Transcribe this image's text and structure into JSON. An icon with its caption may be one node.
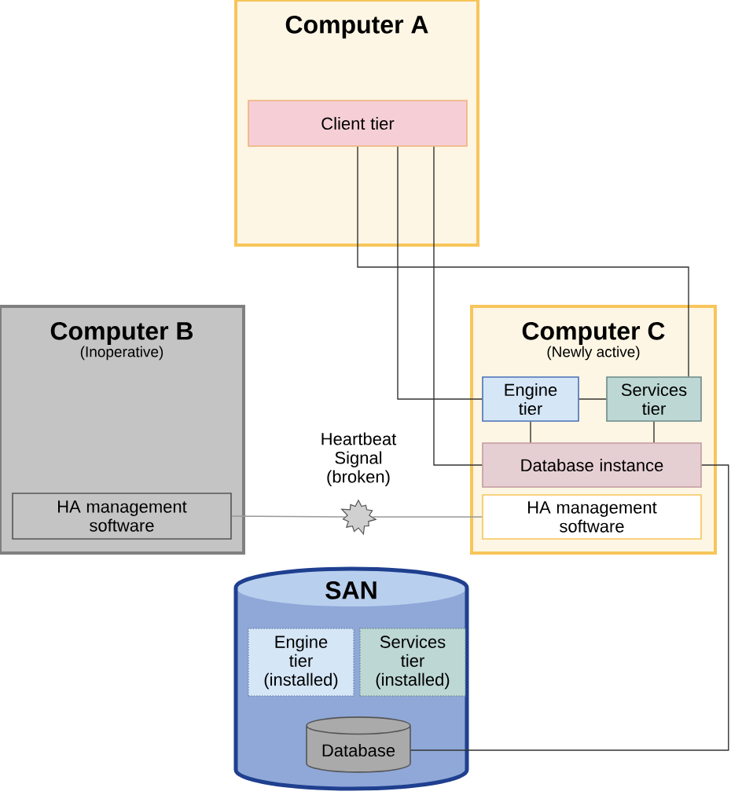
{
  "diagram": {
    "nodes": [
      {
        "text": [
          "Computer A"
        ]
      },
      {
        "text": [
          "Client tier"
        ],
        "in": 0
      },
      {
        "text": [
          "Computer B",
          "(Inoperative)"
        ]
      },
      {
        "text": [
          "HA management software"
        ],
        "in": 2
      },
      {
        "text": [
          "Computer C",
          "(Newly active)"
        ]
      },
      {
        "text": [
          "Engine tier"
        ],
        "in": 4
      },
      {
        "text": [
          "Services tier"
        ],
        "in": 4
      },
      {
        "text": [
          "Database instance"
        ],
        "in": 4
      },
      {
        "text": [
          "HA management software"
        ],
        "in": 4
      },
      {
        "text": [],
        "shape": "starburst",
        "beside": [
          "Heartbeat Signal (broken)"
        ]
      },
      {
        "text": [
          "SAN"
        ]
      },
      {
        "text": [
          "Engine tier (installed)"
        ],
        "in": 10
      },
      {
        "text": [
          "Services tier (installed)"
        ],
        "in": 10
      },
      {
        "text": [
          "Database"
        ],
        "in": 10
      }
    ],
    "edges": [
      {
        "from": 1,
        "to": 6,
        "arrow": "none"
      },
      {
        "from": 1,
        "to": 5,
        "arrow": "none"
      },
      {
        "from": 1,
        "to": 7,
        "arrow": "none"
      },
      {
        "from": 5,
        "to": 6,
        "arrow": "none"
      },
      {
        "from": 5,
        "to": 7,
        "arrow": "none"
      },
      {
        "from": 6,
        "to": 7,
        "arrow": "none"
      },
      {
        "from": 7,
        "to": 13,
        "arrow": "none"
      },
      {
        "from": 3,
        "to": 9,
        "arrow": "none",
        "color": "#999999"
      },
      {
        "from": 9,
        "to": 8,
        "arrow": "none",
        "color": "#999999"
      }
    ]
  }
}
